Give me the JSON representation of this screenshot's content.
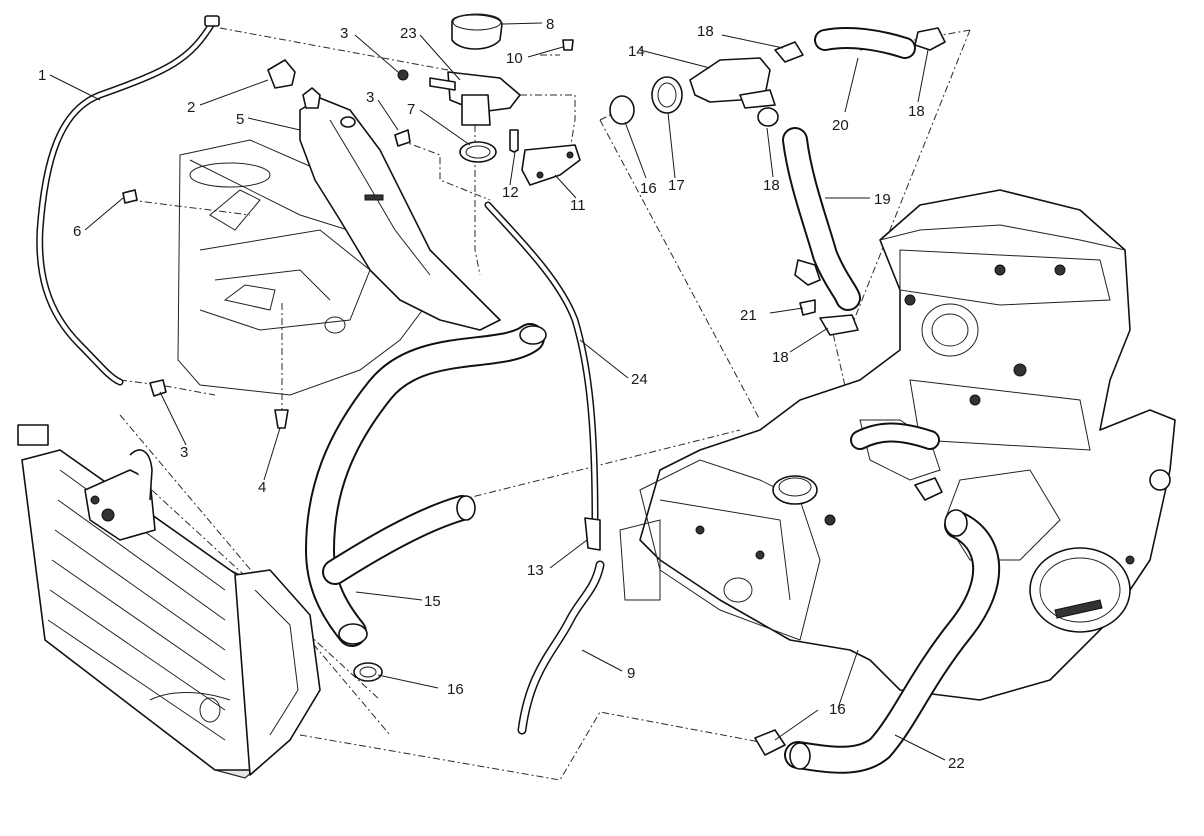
{
  "callouts": [
    "1",
    "2",
    "3",
    "3",
    "3",
    "4",
    "5",
    "6",
    "7",
    "8",
    "9",
    "10",
    "11",
    "12",
    "13",
    "14",
    "15",
    "16",
    "16",
    "16",
    "17",
    "18",
    "18",
    "18",
    "18",
    "19",
    "20",
    "21",
    "22",
    "23",
    "24"
  ],
  "colors": {
    "line": "#111111",
    "background": "#ffffff",
    "shade": "#e6e6e6"
  }
}
